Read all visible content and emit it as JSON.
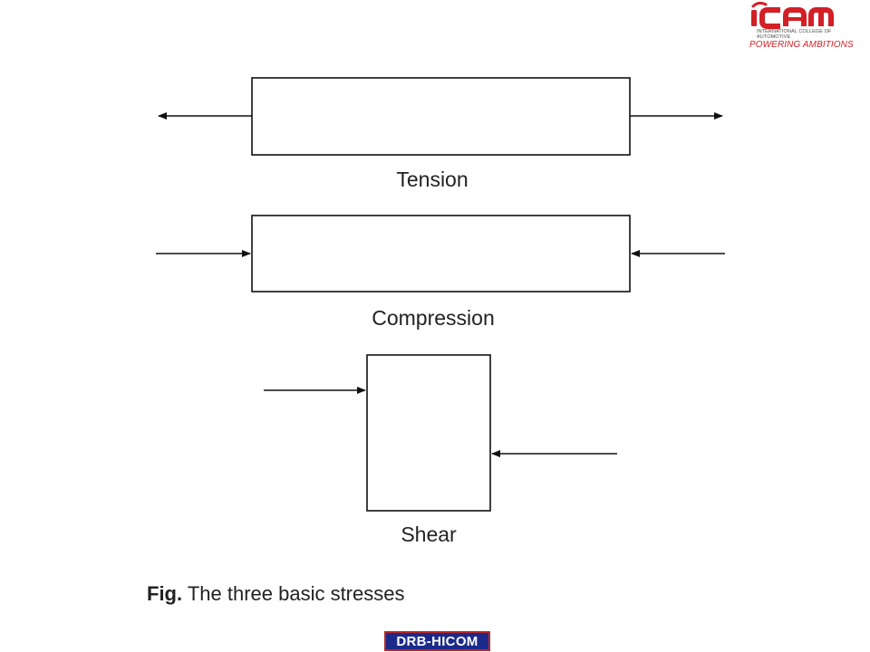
{
  "logo": {
    "wordmark": "iCAM",
    "subtitle_line1": "INTERNATIONAL COLLEGE OF",
    "subtitle_line2": "AUTOMOTIVE",
    "tagline": "POWERING AMBITIONS",
    "colors": {
      "brand_red": "#d31f26",
      "brand_grey": "#4a4a4a"
    }
  },
  "diagram": {
    "panels": [
      {
        "id": "tension",
        "label": "Tension"
      },
      {
        "id": "compression",
        "label": "Compression"
      },
      {
        "id": "shear",
        "label": "Shear"
      }
    ]
  },
  "caption": {
    "prefix": "Fig.",
    "text": " The three basic stresses"
  },
  "footer": {
    "badge_text": "DRB-HICOM",
    "colors": {
      "background": "#1b2a8a",
      "border": "#b22a2a"
    }
  }
}
